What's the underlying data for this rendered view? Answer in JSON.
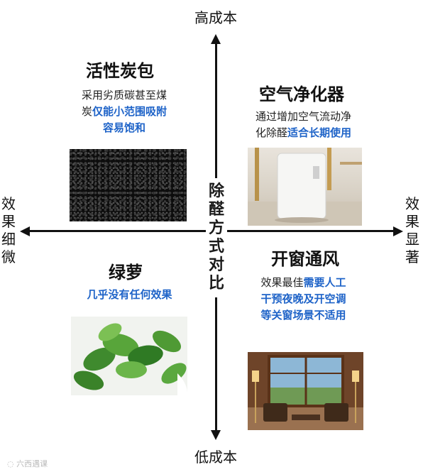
{
  "axes": {
    "top": "高成本",
    "bottom": "低成本",
    "left": "效果细微",
    "right": "效果显著",
    "center": "除醛方式对比"
  },
  "quadrants": {
    "top_left": {
      "title": "活性炭包",
      "desc_line1": "采用劣质碳甚至煤",
      "desc_line2_prefix": "炭",
      "desc_line2_highlight": "仅能小范围吸附",
      "desc_line3_highlight": "容易饱和",
      "image": "activated-carbon-granules"
    },
    "top_right": {
      "title": "空气净化器",
      "desc_line1": "通过增加空气流动净",
      "desc_line2_prefix": "化除醛",
      "desc_line2_highlight": "适合长期使用",
      "image": "air-purifier-in-room"
    },
    "bottom_left": {
      "title": "绿萝",
      "desc_line1_highlight": "几乎没有任何效果",
      "image": "pothos-plant"
    },
    "bottom_right": {
      "title": "开窗通风",
      "desc_line1_prefix": "效果最佳",
      "desc_line1_highlight": "需要人工",
      "desc_line2_highlight": "干预夜晚及开空调",
      "desc_line3_highlight": "等关窗场景不适用",
      "image": "open-window-living-room"
    }
  },
  "watermark": "六西遇课"
}
